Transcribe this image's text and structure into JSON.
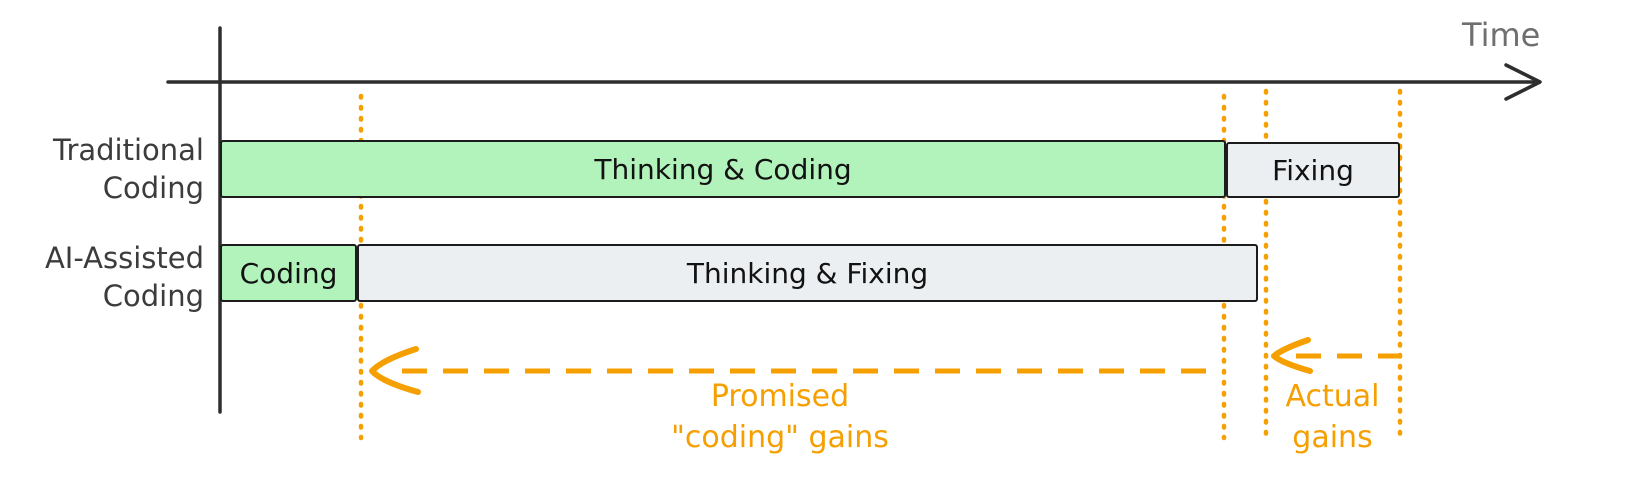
{
  "colors": {
    "green": "#b2f2bb",
    "gray": "#eceff1",
    "orange": "#f59f00",
    "axis": "#2e2e2e",
    "ink": "#1c1c1c",
    "label": "#3c3c3c",
    "time_label": "#6f6f6f",
    "bar_text": "#121212"
  },
  "axis": {
    "time_label": "Time"
  },
  "rows": [
    {
      "label_lines": [
        "Traditional",
        "Coding"
      ],
      "bars": [
        {
          "label": "Thinking & Coding",
          "fill": "green"
        },
        {
          "label": "Fixing",
          "fill": "gray"
        }
      ]
    },
    {
      "label_lines": [
        "AI-Assisted",
        "Coding"
      ],
      "bars": [
        {
          "label": "Coding",
          "fill": "green"
        },
        {
          "label": "Thinking & Fixing",
          "fill": "gray"
        }
      ]
    }
  ],
  "annotations": {
    "promised": {
      "lines": [
        "Promised",
        "\"coding\" gains"
      ]
    },
    "actual": {
      "lines": [
        "Actual",
        "gains"
      ]
    }
  }
}
